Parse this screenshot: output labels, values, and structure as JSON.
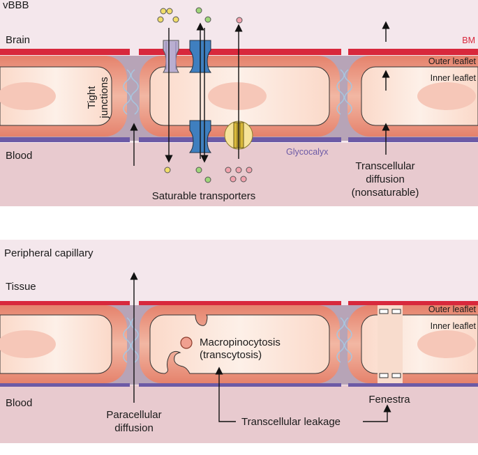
{
  "top_panel": {
    "title": "vBBB",
    "side_top": "Brain",
    "side_bottom": "Blood",
    "bm": "BM",
    "outer_leaflet": "Outer leaflet",
    "inner_leaflet": "Inner leaflet",
    "tight_junctions_line1": "Tight",
    "tight_junctions_line2": "junctions",
    "glycocalyx": "Glycocalyx",
    "saturable_transporters": "Saturable transporters",
    "transcellular_line1": "Transcellular",
    "transcellular_line2": "diffusion",
    "transcellular_line3": "(nonsaturable)"
  },
  "bottom_panel": {
    "title": "Peripheral capillary",
    "side_top": "Tissue",
    "side_bottom": "Blood",
    "outer_leaflet": "Outer leaflet",
    "inner_leaflet": "Inner leaflet",
    "macropinocytosis_line1": "Macropinocytosis",
    "macropinocytosis_line2": "(transcytosis)",
    "paracellular_line1": "Paracellular",
    "paracellular_line2": "diffusion",
    "transcellular_leakage": "Transcellular leakage",
    "fenestra": "Fenestra"
  },
  "colors": {
    "bm": "#d8283c",
    "glycocalyx": "#6c5aa6",
    "panel_bg": "#f4e7ec",
    "blood_bg": "#e8c9cd",
    "membrane": "#e07b66",
    "cytoplasm": "#fbe3d8"
  }
}
